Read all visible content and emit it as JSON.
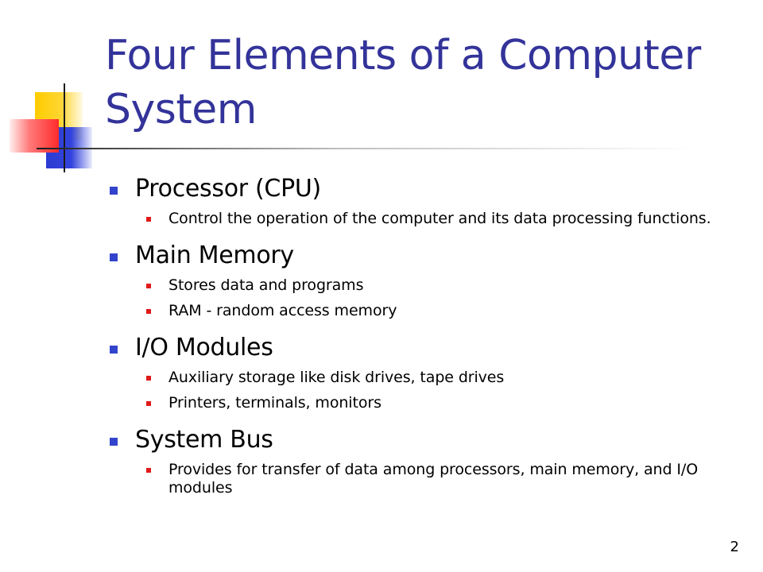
{
  "slide": {
    "title": "Four Elements of a Computer System",
    "page_number": "2",
    "colors": {
      "title": "#33339a",
      "main_bullet": "#3344cc",
      "sub_bullet": "#e01a1a"
    },
    "items": [
      {
        "title": "Processor (CPU)",
        "subitems": [
          "Control the operation of the computer and its data processing functions."
        ]
      },
      {
        "title": "Main Memory",
        "subitems": [
          "Stores data and programs",
          "RAM - random access memory"
        ]
      },
      {
        "title": "I/O Modules",
        "subitems": [
          "Auxiliary storage like disk drives, tape drives",
          "Printers, terminals, monitors"
        ]
      },
      {
        "title": "System Bus",
        "subitems": [
          "Provides for transfer of data among processors, main memory, and I/O modules"
        ]
      }
    ]
  }
}
